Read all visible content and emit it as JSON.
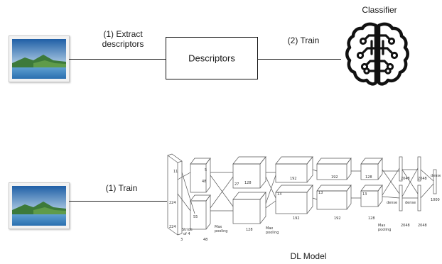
{
  "top_pipeline": {
    "step1_label_line1": "(1)  Extract",
    "step1_label_line2": "descriptors",
    "descriptors_box_label": "Descriptors",
    "step2_label": "(2) Train",
    "classifier_title": "Classifier"
  },
  "bottom_pipeline": {
    "step1_label": "(1) Train",
    "model_caption": "DL Model",
    "network_labels": {
      "stride": "Stride",
      "stride_of": "of 4",
      "max_pooling": "Max",
      "pooling": "pooling",
      "dense": "dense",
      "n224": "224",
      "n48": "48",
      "n128": "128",
      "n192": "192",
      "n2048": "2048",
      "n1000": "1000",
      "n13": "13",
      "n27": "27",
      "n55": "55",
      "n3": "3",
      "n11": "11",
      "n5": "5"
    }
  },
  "icons": {
    "thumbnail": "landscape-image-icon",
    "classifier": "brain-circuit-icon"
  },
  "colors": {
    "sky_top": "#1f5fa6",
    "sky_bottom": "#bcd6ea",
    "water": "#2a6fb0",
    "land": "#3d7a3a",
    "line": "#222222"
  }
}
